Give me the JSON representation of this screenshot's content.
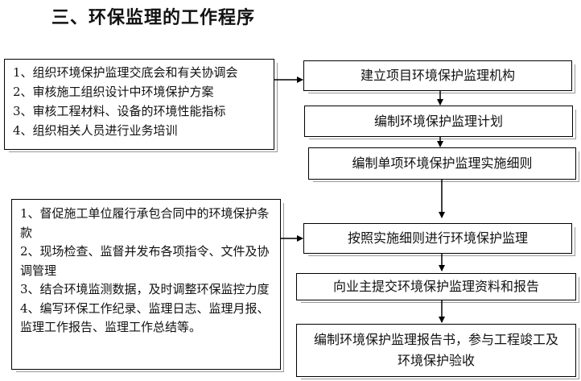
{
  "title": "三、环保监理的工作程序",
  "left_box_top": {
    "items": [
      "1、组织环境保护监理交底会和有关协调会",
      "2、审核施工组织设计中环境保护方案",
      "3、审核工程材料、设备的环境性能指标",
      "4、组织相关人员进行业务培训"
    ]
  },
  "left_box_bottom": {
    "items": [
      "1、督促施工单位履行承包合同中的环境保护条款",
      "2、现场检查、监督并发布各项指令、文件及协调管理",
      "3、结合环境监测数据，及时调整环保监控力度",
      "4、编写环保工作纪录、监理日志、监理月报、监理工作报告、监理工作总结等。"
    ]
  },
  "steps": [
    "建立项目环境保护监理机构",
    "编制环境保护监理计划",
    "编制单项环境保护监理实施细则",
    "按照实施细则进行环境保护监理",
    "向业主提交环境保护监理资料和报告",
    "编制环境保护监理报告书，参与工程竣工及环境保护验收"
  ]
}
